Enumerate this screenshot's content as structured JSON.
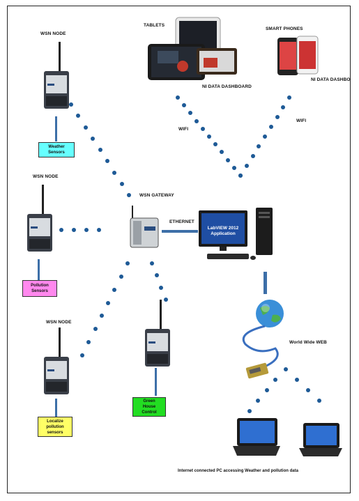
{
  "labels": {
    "wsn_node_1": "WSN NODE",
    "wsn_node_2": "WSN NODE",
    "wsn_node_3": "WSN NODE",
    "wsn_gateway": "WSN GATEWAY",
    "tablets": "TABLETS",
    "smart_phones": "SMART PHONES",
    "ni_dashboard_1": "NI DATA DASHBOARD",
    "ni_dashboard_2": "NI DATA DASHBO",
    "wifi_1": "WIFI",
    "wifi_2": "WIFI",
    "ethernet": "ETHERNET",
    "world_wide_web": "World Wide WEB",
    "footer": "Internet connected PC accessing Weather and pollution data"
  },
  "boxes": {
    "weather_line1": "Weather",
    "weather_line2": "Sensors",
    "pollution_line1": "Pollution",
    "pollution_line2": "Sensors",
    "localize_line1": "Localize",
    "localize_line2": "pollution",
    "localize_line3": "sensors",
    "green_line1": "Green",
    "green_line2": "House",
    "green_line3": "Control"
  },
  "app": {
    "line1": "LabVIEW 2012",
    "line2": "Application"
  },
  "colors": {
    "weather_box": "#66ffff",
    "pollution_box": "#ff88ee",
    "localize_box": "#ffff66",
    "green_box": "#22dd22",
    "link_blue": "#1e5a96",
    "bar_blue": "#3d6fa8"
  }
}
